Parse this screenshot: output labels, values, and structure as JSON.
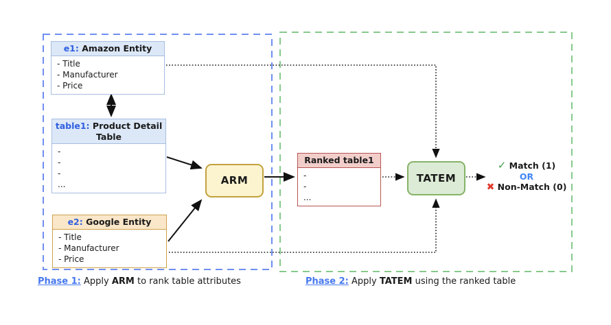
{
  "diagram": {
    "phase1_region": {
      "e1": {
        "id_label": "e1:",
        "title": " Amazon Entity",
        "items": [
          "- Title",
          "- Manufacturer",
          "- Price"
        ]
      },
      "table1": {
        "id_label": "table1:",
        "title": " Product Detail Table",
        "items": [
          "-",
          "-",
          "-",
          "..."
        ]
      },
      "e2": {
        "id_label": "e2:",
        "title": " Google Entity",
        "items": [
          "- Title",
          "- Manufacturer",
          "- Price"
        ]
      },
      "arm": {
        "label": "ARM"
      }
    },
    "phase2_region": {
      "ranked_table": {
        "title": "Ranked table1",
        "items": [
          "-",
          "-",
          "..."
        ]
      },
      "tatem": {
        "label": "TATEM"
      },
      "output": {
        "check_icon": "✓",
        "match_label": "Match (1)",
        "or_label": "OR",
        "cross_icon": "✖",
        "non_match_label": "Non-Match (0)"
      }
    },
    "captions": {
      "phase1": {
        "label": "Phase 1:",
        "pre": " Apply ",
        "bold": "ARM",
        "post": " to rank table attributes"
      },
      "phase2": {
        "label": "Phase 2:",
        "pre": " Apply ",
        "bold": "TATEM",
        "post": " using the ranked table"
      }
    }
  },
  "colors": {
    "region-blue": "#6f8ef2",
    "region-green": "#86c98c",
    "blue-header-bg": "#dce8f8",
    "blue-box-border": "#a6bedf",
    "id-blue": "#2f5fe0",
    "orange-header-bg": "#fae6c8",
    "orange-box-border": "#cfa24c",
    "arm-bg": "#fcf3cf",
    "arm-border": "#c2a23d",
    "ranked-header-bg": "#f2cecb",
    "ranked-border": "#b85450",
    "tatem-bg": "#dcebd5",
    "tatem-border": "#84b366",
    "check-green": "#43a047",
    "cross-red": "#e23a2e",
    "or-blue": "#4285f4",
    "phase-blue": "#4678ee",
    "line": "#111111"
  }
}
